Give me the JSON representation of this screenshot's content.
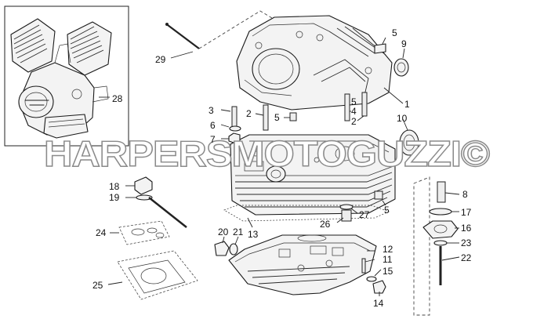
{
  "watermark": "HARPERSMOTOGUZZI©",
  "callouts": {
    "c1": "1",
    "c2a": "2",
    "c2b": "2",
    "c3": "3",
    "c4": "4",
    "c5a": "5",
    "c5b": "5",
    "c5c": "5",
    "c5d": "5",
    "c6": "6",
    "c7": "7",
    "c8": "8",
    "c9": "9",
    "c10": "10",
    "c11": "11",
    "c12": "12",
    "c13": "13",
    "c14": "14",
    "c15": "15",
    "c16": "16",
    "c17": "17",
    "c18": "18",
    "c19": "19",
    "c20": "20",
    "c21": "21",
    "c22": "22",
    "c23": "23",
    "c24": "24",
    "c25": "25",
    "c26": "26",
    "c27": "27",
    "c28": "28",
    "c29": "29"
  }
}
